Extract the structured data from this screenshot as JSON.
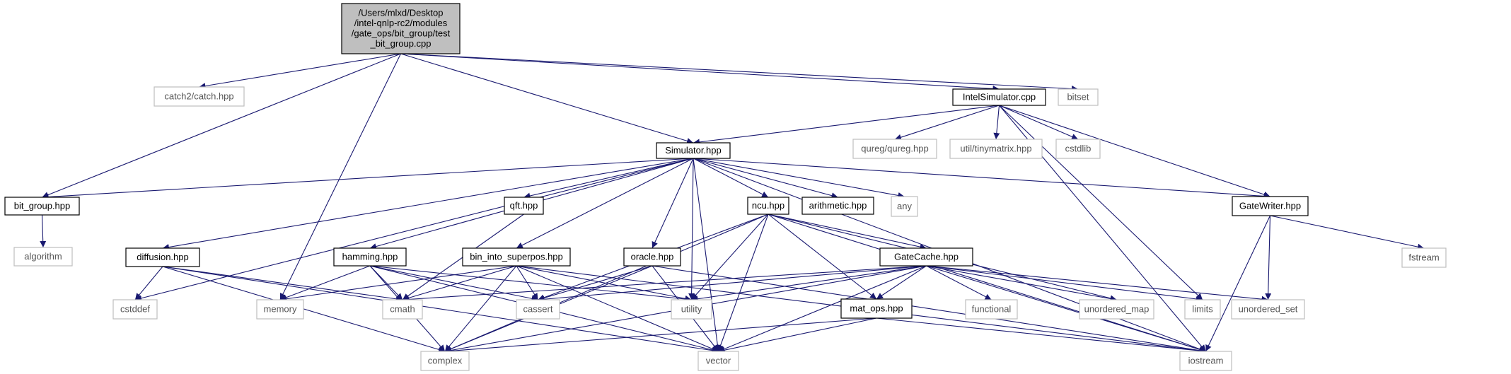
{
  "colors": {
    "edge": "#191970",
    "root_fill": "#bfbfbf",
    "root_stroke": "#000000",
    "node_stroke": "#000000",
    "external_stroke": "#bfbfbf",
    "external_text": "#555555"
  },
  "nodes": [
    {
      "id": "test_bit_group",
      "kind": "root",
      "lines": [
        "/Users/mlxd/Desktop",
        "/intel-qnlp-rc2/modules",
        "/gate_ops/bit_group/test",
        "_bit_group.cpp"
      ]
    },
    {
      "id": "catch",
      "kind": "external",
      "lines": [
        "catch2/catch.hpp"
      ]
    },
    {
      "id": "intelsim",
      "kind": "internal",
      "lines": [
        "IntelSimulator.cpp"
      ]
    },
    {
      "id": "bitset",
      "kind": "external",
      "lines": [
        "bitset"
      ]
    },
    {
      "id": "qureg",
      "kind": "external",
      "lines": [
        "qureg/qureg.hpp"
      ]
    },
    {
      "id": "tinymatrix",
      "kind": "external",
      "lines": [
        "util/tinymatrix.hpp"
      ]
    },
    {
      "id": "cstdlib",
      "kind": "external",
      "lines": [
        "cstdlib"
      ]
    },
    {
      "id": "simulator",
      "kind": "internal",
      "lines": [
        "Simulator.hpp"
      ]
    },
    {
      "id": "bit_group",
      "kind": "internal",
      "lines": [
        "bit_group.hpp"
      ]
    },
    {
      "id": "qft",
      "kind": "internal",
      "lines": [
        "qft.hpp"
      ]
    },
    {
      "id": "ncu",
      "kind": "internal",
      "lines": [
        "ncu.hpp"
      ]
    },
    {
      "id": "arithmetic",
      "kind": "internal",
      "lines": [
        "arithmetic.hpp"
      ]
    },
    {
      "id": "any",
      "kind": "external",
      "lines": [
        "any"
      ]
    },
    {
      "id": "gatewriter",
      "kind": "internal",
      "lines": [
        "GateWriter.hpp"
      ]
    },
    {
      "id": "algorithm",
      "kind": "external",
      "lines": [
        "algorithm"
      ]
    },
    {
      "id": "diffusion",
      "kind": "internal",
      "lines": [
        "diffusion.hpp"
      ]
    },
    {
      "id": "hamming",
      "kind": "internal",
      "lines": [
        "hamming.hpp"
      ]
    },
    {
      "id": "bin_into",
      "kind": "internal",
      "lines": [
        "bin_into_superpos.hpp"
      ]
    },
    {
      "id": "oracle",
      "kind": "internal",
      "lines": [
        "oracle.hpp"
      ]
    },
    {
      "id": "gatecache",
      "kind": "internal",
      "lines": [
        "GateCache.hpp"
      ]
    },
    {
      "id": "fstream",
      "kind": "external",
      "lines": [
        "fstream"
      ]
    },
    {
      "id": "cstddef",
      "kind": "external",
      "lines": [
        "cstddef"
      ]
    },
    {
      "id": "memory",
      "kind": "external",
      "lines": [
        "memory"
      ]
    },
    {
      "id": "cmath",
      "kind": "external",
      "lines": [
        "cmath"
      ]
    },
    {
      "id": "cassert",
      "kind": "external",
      "lines": [
        "cassert"
      ]
    },
    {
      "id": "utility",
      "kind": "external",
      "lines": [
        "utility"
      ]
    },
    {
      "id": "mat_ops",
      "kind": "internal",
      "lines": [
        "mat_ops.hpp"
      ]
    },
    {
      "id": "functional",
      "kind": "external",
      "lines": [
        "functional"
      ]
    },
    {
      "id": "unordered_map",
      "kind": "external",
      "lines": [
        "unordered_map"
      ]
    },
    {
      "id": "limits",
      "kind": "external",
      "lines": [
        "limits"
      ]
    },
    {
      "id": "unordered_set",
      "kind": "external",
      "lines": [
        "unordered_set"
      ]
    },
    {
      "id": "complex",
      "kind": "external",
      "lines": [
        "complex"
      ]
    },
    {
      "id": "vector",
      "kind": "external",
      "lines": [
        "vector"
      ]
    },
    {
      "id": "iostream",
      "kind": "external",
      "lines": [
        "iostream"
      ]
    }
  ],
  "edges": [
    [
      "test_bit_group",
      "catch"
    ],
    [
      "test_bit_group",
      "intelsim"
    ],
    [
      "test_bit_group",
      "bitset"
    ],
    [
      "test_bit_group",
      "simulator"
    ],
    [
      "test_bit_group",
      "bit_group"
    ],
    [
      "test_bit_group",
      "memory"
    ],
    [
      "intelsim",
      "simulator"
    ],
    [
      "intelsim",
      "qureg"
    ],
    [
      "intelsim",
      "tinymatrix"
    ],
    [
      "intelsim",
      "cstdlib"
    ],
    [
      "intelsim",
      "gatewriter"
    ],
    [
      "intelsim",
      "limits"
    ],
    [
      "intelsim",
      "iostream"
    ],
    [
      "simulator",
      "bit_group"
    ],
    [
      "simulator",
      "qft"
    ],
    [
      "simulator",
      "ncu"
    ],
    [
      "simulator",
      "arithmetic"
    ],
    [
      "simulator",
      "any"
    ],
    [
      "simulator",
      "gatewriter"
    ],
    [
      "simulator",
      "diffusion"
    ],
    [
      "simulator",
      "hamming"
    ],
    [
      "simulator",
      "bin_into"
    ],
    [
      "simulator",
      "oracle"
    ],
    [
      "simulator",
      "utility"
    ],
    [
      "simulator",
      "cstddef"
    ],
    [
      "simulator",
      "vector"
    ],
    [
      "simulator",
      "iostream"
    ],
    [
      "bit_group",
      "algorithm"
    ],
    [
      "qft",
      "cmath"
    ],
    [
      "ncu",
      "gatecache"
    ],
    [
      "ncu",
      "mat_ops"
    ],
    [
      "ncu",
      "utility"
    ],
    [
      "ncu",
      "cassert"
    ],
    [
      "ncu",
      "unordered_map"
    ],
    [
      "ncu",
      "complex"
    ],
    [
      "ncu",
      "vector"
    ],
    [
      "ncu",
      "iostream"
    ],
    [
      "gatewriter",
      "fstream"
    ],
    [
      "gatewriter",
      "unordered_set"
    ],
    [
      "gatewriter",
      "iostream"
    ],
    [
      "diffusion",
      "cstddef"
    ],
    [
      "diffusion",
      "cmath"
    ],
    [
      "diffusion",
      "complex"
    ],
    [
      "diffusion",
      "vector"
    ],
    [
      "hamming",
      "memory"
    ],
    [
      "hamming",
      "cmath"
    ],
    [
      "hamming",
      "cassert"
    ],
    [
      "hamming",
      "utility"
    ],
    [
      "hamming",
      "complex"
    ],
    [
      "hamming",
      "vector"
    ],
    [
      "bin_into",
      "memory"
    ],
    [
      "bin_into",
      "cmath"
    ],
    [
      "bin_into",
      "cassert"
    ],
    [
      "bin_into",
      "utility"
    ],
    [
      "bin_into",
      "complex"
    ],
    [
      "bin_into",
      "vector"
    ],
    [
      "bin_into",
      "iostream"
    ],
    [
      "oracle",
      "cassert"
    ],
    [
      "oracle",
      "complex"
    ],
    [
      "oracle",
      "vector"
    ],
    [
      "oracle",
      "iostream"
    ],
    [
      "gatecache",
      "cmath"
    ],
    [
      "gatecache",
      "cassert"
    ],
    [
      "gatecache",
      "utility"
    ],
    [
      "gatecache",
      "mat_ops"
    ],
    [
      "gatecache",
      "functional"
    ],
    [
      "gatecache",
      "unordered_map"
    ],
    [
      "gatecache",
      "limits"
    ],
    [
      "gatecache",
      "unordered_set"
    ],
    [
      "gatecache",
      "complex"
    ],
    [
      "gatecache",
      "vector"
    ],
    [
      "gatecache",
      "iostream"
    ],
    [
      "mat_ops",
      "complex"
    ],
    [
      "mat_ops",
      "vector"
    ],
    [
      "mat_ops",
      "iostream"
    ]
  ]
}
